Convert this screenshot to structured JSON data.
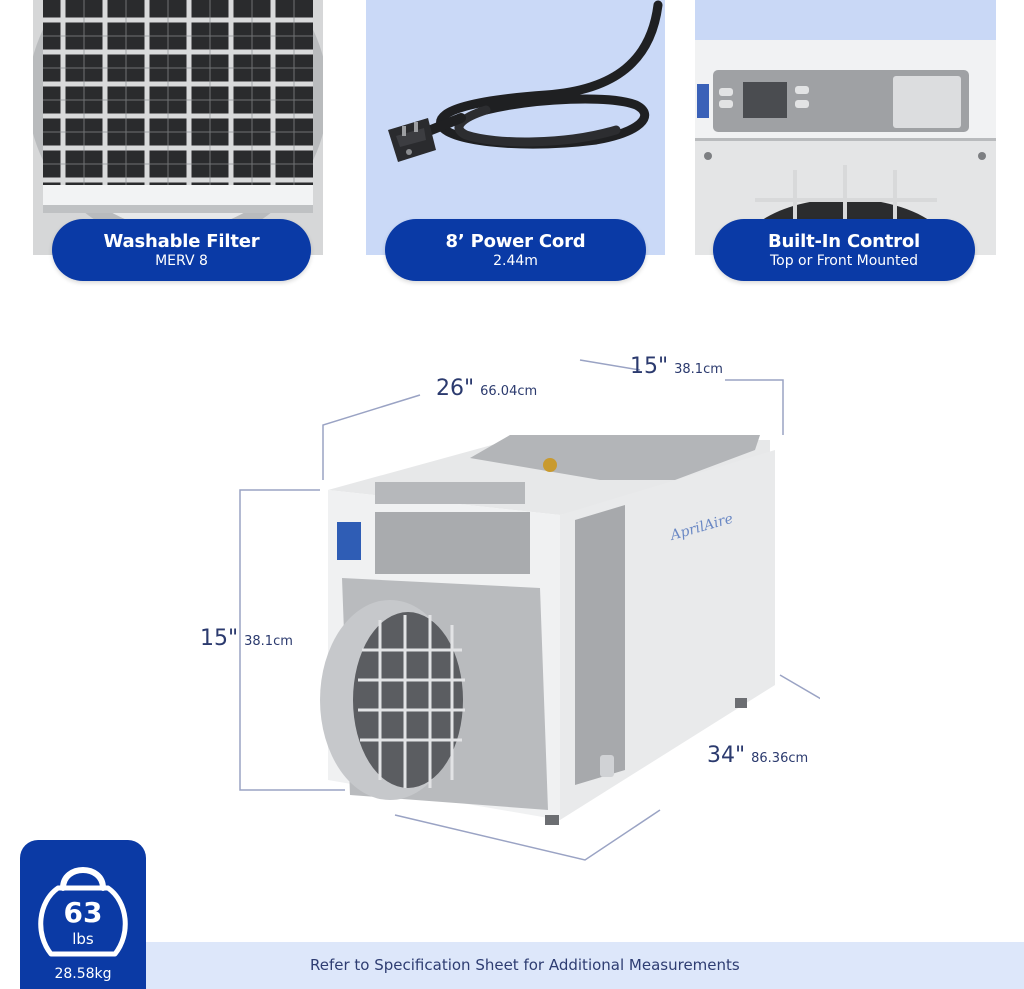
{
  "features": {
    "filter": {
      "title": "Washable Filter",
      "subtitle": "MERV 8",
      "icon": "filter-grille-icon"
    },
    "cord": {
      "title": "8’ Power Cord",
      "subtitle": "2.44m",
      "icon": "power-cord-icon"
    },
    "control": {
      "title": "Built-In Control",
      "subtitle": "Top or Front Mounted",
      "icon": "control-panel-icon"
    }
  },
  "dimensions": {
    "length": {
      "value": "26\"",
      "metric": "66.04cm"
    },
    "width": {
      "value": "15\"",
      "metric": "38.1cm"
    },
    "height": {
      "value": "15\"",
      "metric": "38.1cm"
    },
    "depth": {
      "value": "34\"",
      "metric": "86.36cm"
    }
  },
  "product": {
    "brand": "AprilAire"
  },
  "weight": {
    "value": "63",
    "unit": "lbs",
    "metric": "28.58kg",
    "icon": "kettlebell-icon"
  },
  "footer": {
    "note": "Refer to Specification Sheet for Additional Measurements"
  },
  "colors": {
    "brand_blue": "#0a3aa6",
    "band": "#dde7fa",
    "dim_text": "#2b3a6e"
  }
}
